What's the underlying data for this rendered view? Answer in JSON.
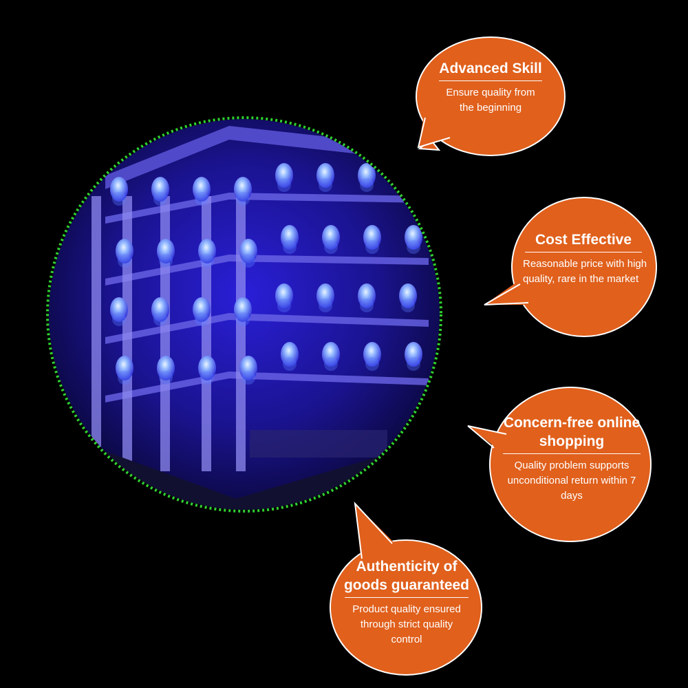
{
  "colors": {
    "background": "#000000",
    "bubble_fill": "#e0601c",
    "bubble_border": "#ffffff",
    "frame_dots": "#2fd12f",
    "led_glow": "#3b2bff"
  },
  "product_photo": {
    "subject": "led-cube-photo"
  },
  "bubbles": [
    {
      "title": "Advanced Skill",
      "desc": "Ensure quality from the beginning"
    },
    {
      "title": "Cost  Effective",
      "desc": "Reasonable price with high quality, rare in the market"
    },
    {
      "title": "Concern-free online shopping",
      "desc": "Quality problem supports unconditional return within 7 days"
    },
    {
      "title": "Authenticity of goods guaranteed",
      "desc": "Product quality ensured through strict quality control"
    }
  ]
}
